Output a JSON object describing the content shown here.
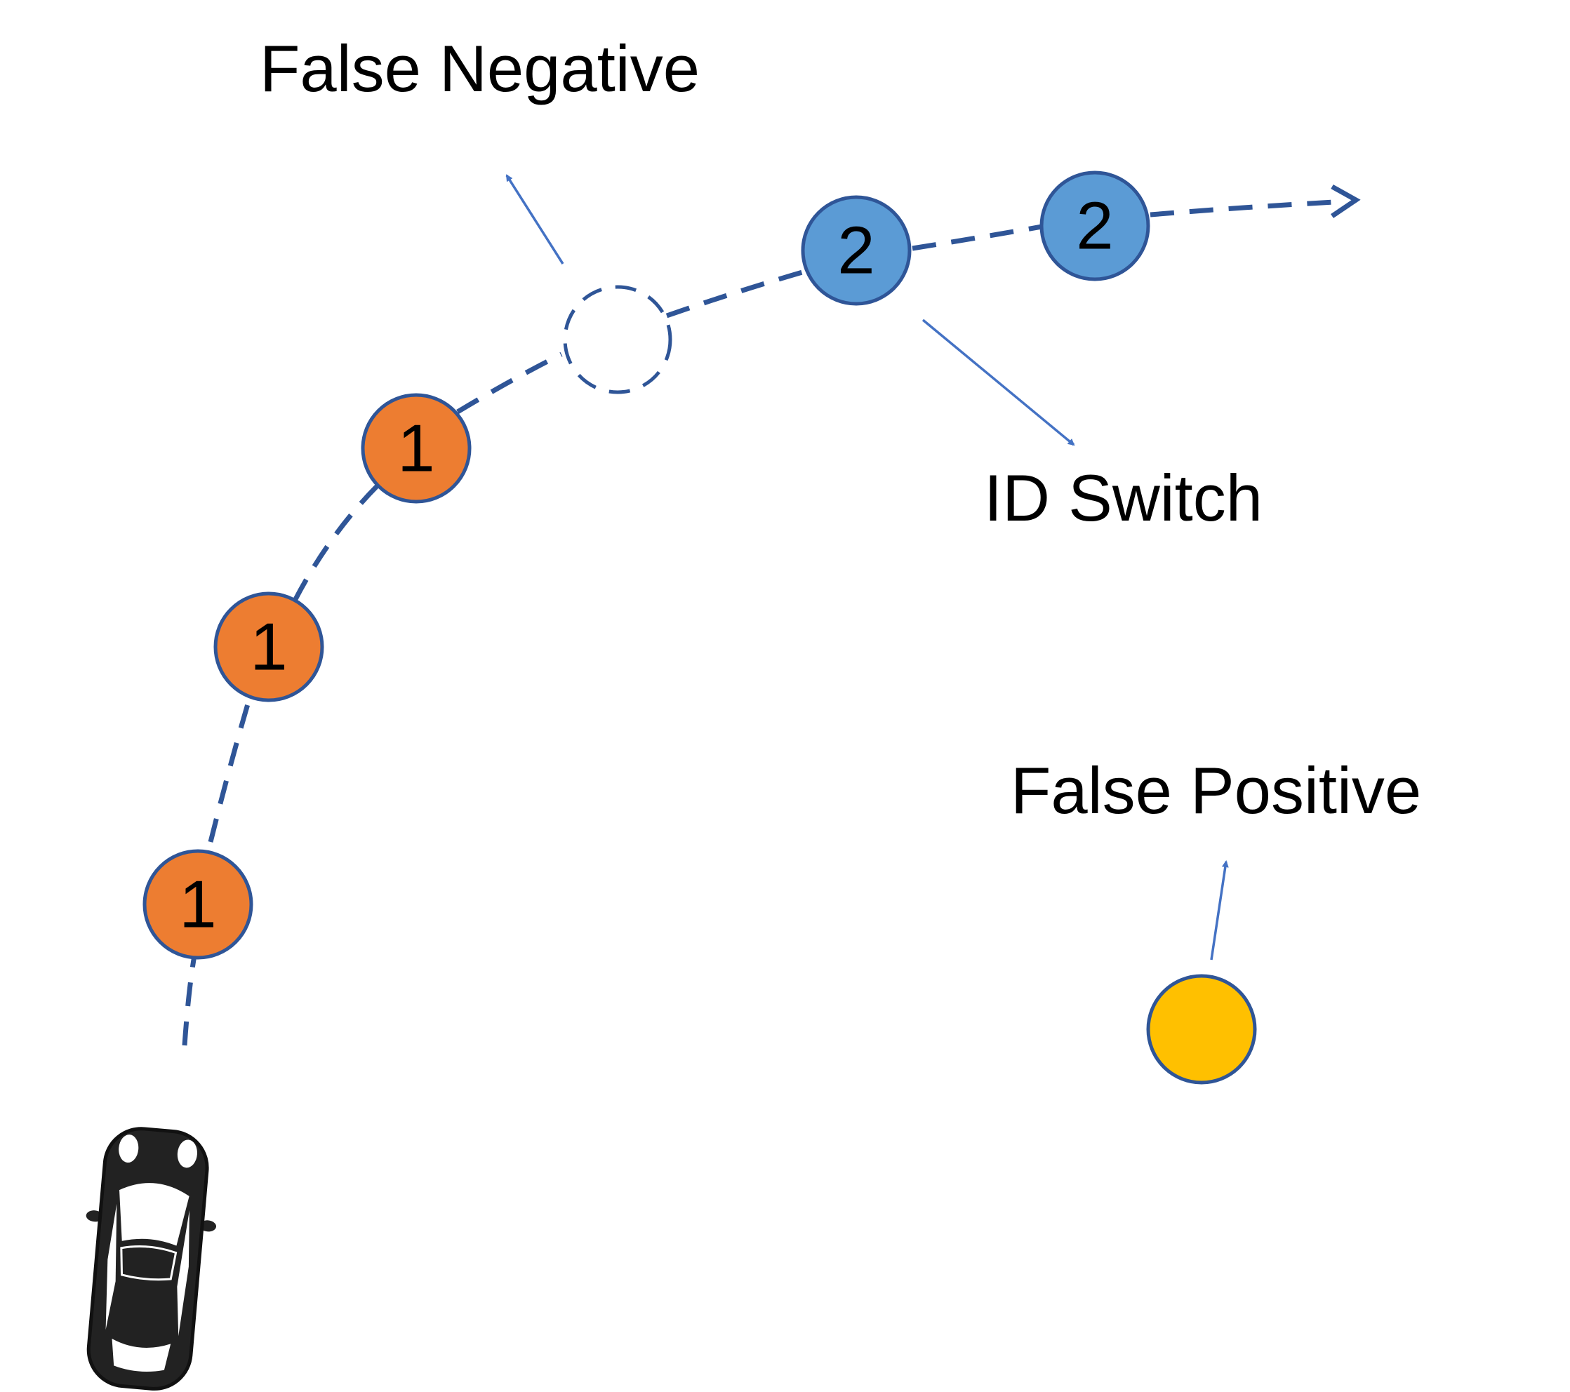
{
  "labels": {
    "false_negative": "False Negative",
    "id_switch": "ID Switch",
    "false_positive": "False Positive"
  },
  "track_1": {
    "id": "1",
    "color": "#ED7D31",
    "count": 3
  },
  "track_2": {
    "id": "2",
    "color": "#5B9BD5",
    "count": 2
  },
  "missed_detection": {
    "fill": "none",
    "outline": "dashed"
  },
  "false_positive_detection": {
    "color": "#FFC000"
  },
  "colors": {
    "outline": "#2F5597",
    "trajectory": "#2F5597",
    "pointer": "#4472C4",
    "vehicle": "#222222"
  },
  "icons": {
    "ego_vehicle": "car-top-view-icon"
  }
}
